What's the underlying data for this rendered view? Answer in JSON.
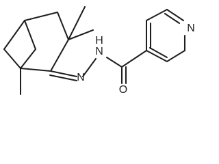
{
  "labels": {
    "pyridine_n": "N",
    "hydrazone_n1": "N",
    "amide_nh": "N",
    "amide_h": "H",
    "amide_o": "O"
  },
  "colors": {
    "ink": "#1f1f1f",
    "background": "#ffffff"
  }
}
